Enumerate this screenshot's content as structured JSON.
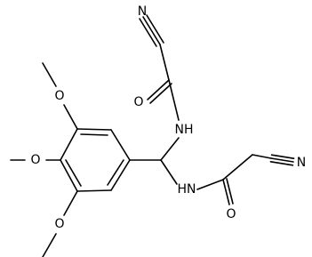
{
  "atoms": {
    "n_top": "N",
    "o_top": "O",
    "nh_top": "NH",
    "nh_bottom": "HN",
    "n_bottom": "N",
    "o_bottom": "O",
    "o_meo_top": "O",
    "o_meo_mid": "O",
    "o_meo_bottom": "O"
  },
  "colors": {
    "bond": "#000000",
    "label": "#000000",
    "background": "#ffffff"
  }
}
